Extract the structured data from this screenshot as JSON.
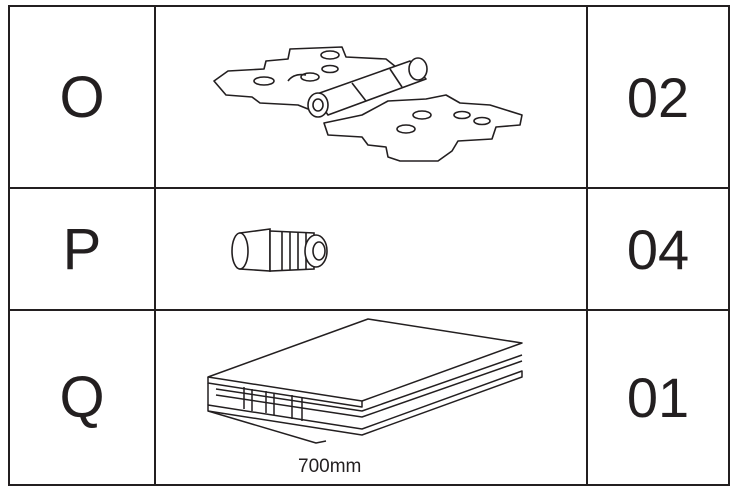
{
  "rows": [
    {
      "letter": "O",
      "part": "hinge-icon",
      "quantity": "02"
    },
    {
      "letter": "P",
      "part": "knob-icon",
      "quantity": "04"
    },
    {
      "letter": "Q",
      "part": "h-profile-icon",
      "quantity": "01",
      "dimension": "700mm"
    }
  ]
}
